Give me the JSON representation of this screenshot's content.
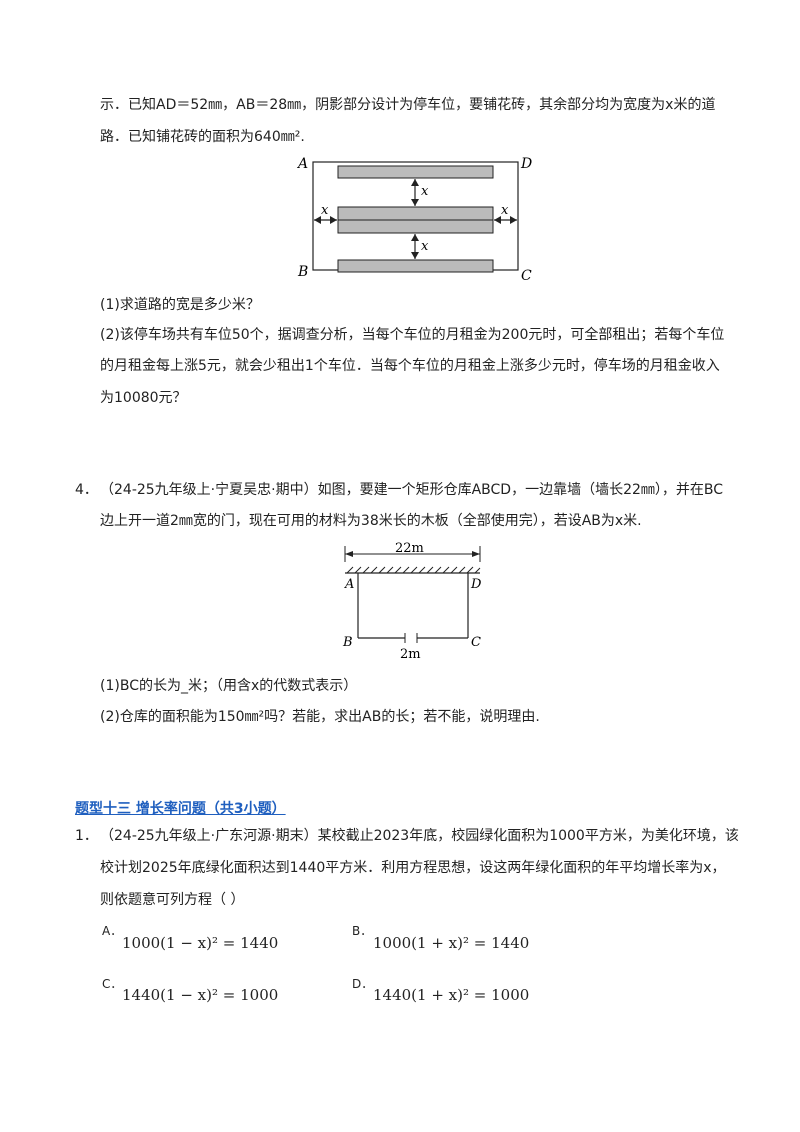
{
  "q3": {
    "line1": "示．已知AD＝52㎜，AB＝28㎜，阴影部分设计为停车位，要铺花砖，其余部分均为宽度为x米的道",
    "line2": "路．已知铺花砖的面积为640㎜².",
    "sub1": "(1)求道路的宽是多少米？",
    "sub2_line1": "(2)该停车场共有车位50个，据调查分析，当每个车位的月租金为200元时，可全部租出；若每个车位",
    "sub2_line2": "的月租金每上涨5元，就会少租出1个车位．当每个车位的月租金上涨多少元时，停车场的月租金收入",
    "sub2_line3": "为10080元？",
    "figure": {
      "label_a": "A",
      "label_b": "B",
      "label_c": "C",
      "label_d": "D",
      "x_label": "x"
    }
  },
  "q4": {
    "number": "4．",
    "line1": "（24-25九年级上·宁夏吴忠·期中）如图，要建一个矩形仓库ABCD，一边靠墙（墙长22㎜），并在BC",
    "line2": "边上开一道2㎜宽的门，现在可用的材料为38米长的木板（全部使用完），若设AB为x米.",
    "sub1": "(1)BC的长为_米；（用含x的代数式表示）",
    "sub2": "(2)仓库的面积能为150㎜²吗？若能，求出AB的长；若不能，说明理由.",
    "figure": {
      "wall_length": "22m",
      "door_width": "2m",
      "label_a": "A",
      "label_b": "B",
      "label_c": "C",
      "label_d": "D"
    }
  },
  "section": {
    "title": "题型十三  增长率问题（共3小题）"
  },
  "q1": {
    "number": "1．",
    "line1": "（24-25九年级上·广东河源·期末）某校截止2023年底，校园绿化面积为1000平方米，为美化环境，该",
    "line2": "校计划2025年底绿化面积达到1440平方米．利用方程思想，设这两年绿化面积的年平均增长率为x，",
    "line3": "则依题意可列方程（     ）",
    "options": [
      {
        "letter": "A．",
        "formula": "1000(1 − x)² = 1440"
      },
      {
        "letter": "B．",
        "formula": "1000(1 + x)² = 1440"
      },
      {
        "letter": "C．",
        "formula": "1440(1 − x)² = 1000"
      },
      {
        "letter": "D．",
        "formula": "1440(1 + x)² = 1000"
      }
    ]
  }
}
